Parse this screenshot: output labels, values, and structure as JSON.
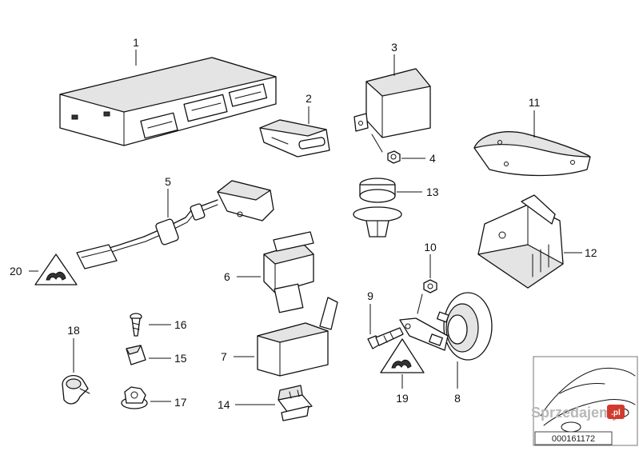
{
  "diagram": {
    "callouts": [
      "1",
      "2",
      "3",
      "4",
      "5",
      "6",
      "7",
      "8",
      "9",
      "10",
      "11",
      "12",
      "13",
      "14",
      "15",
      "16",
      "17",
      "18",
      "19",
      "20"
    ]
  },
  "watermark": {
    "text": "Sprzedajemy",
    "badge": ".pl"
  },
  "catalog_code": "000161172",
  "colors": {
    "line": "#111111",
    "fill": "#ffffff",
    "shade": "#e4e4e4",
    "badge": "#d23a2d"
  },
  "icons": [
    "warning-triangle-icon",
    "car-outline-icon"
  ]
}
